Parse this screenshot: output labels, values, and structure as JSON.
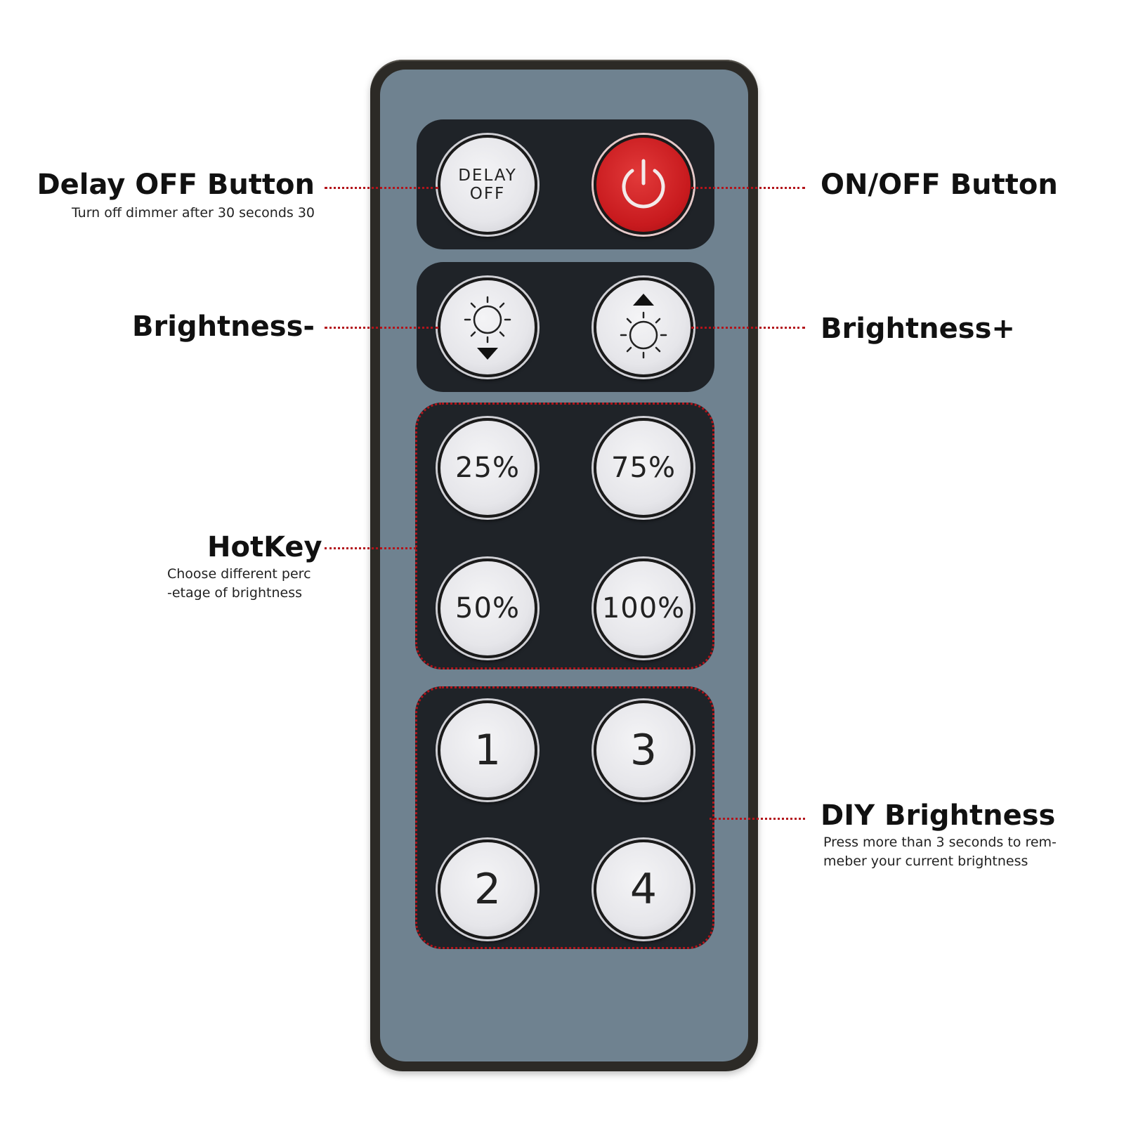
{
  "buttons": {
    "delay_line1": "DELAY",
    "delay_line2": "OFF",
    "pct_25": "25%",
    "pct_75": "75%",
    "pct_50": "50%",
    "pct_100": "100%",
    "diy_1": "1",
    "diy_3": "3",
    "diy_2": "2",
    "diy_4": "4"
  },
  "labels": {
    "delay_off": "Delay OFF Button",
    "delay_off_desc": "Turn off dimmer after 30 seconds 30",
    "on_off": "ON/OFF Button",
    "brightness_minus": "Brightness-",
    "brightness_plus": "Brightness+",
    "hotkey": "HotKey",
    "hotkey_desc_1": "Choose different perc",
    "hotkey_desc_2": "-etage of brightness",
    "diy": "DIY Brightness",
    "diy_desc_1": "Press more than 3 seconds to rem-",
    "diy_desc_2": "meber your current brightness"
  },
  "icons": {
    "power": "power-icon",
    "brightness_down": "sun-down-icon",
    "brightness_up": "sun-up-icon"
  },
  "colors": {
    "accent": "#b3141b",
    "power_button": "#c81a1e",
    "remote_face": "#6f8290",
    "button_panel": "#1f2328"
  }
}
